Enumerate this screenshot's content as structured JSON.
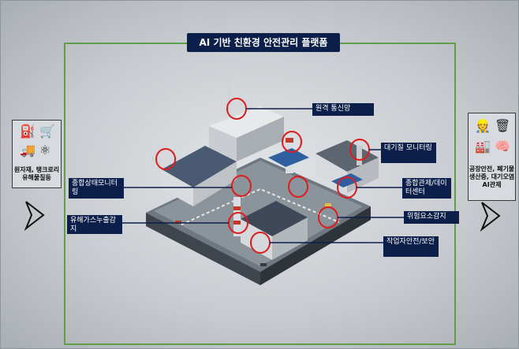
{
  "title": "AI 기반 친환경 안전관리 플랫폼",
  "left_panel": {
    "label": "원자재, 탱크로리 유해물질등",
    "icons": [
      "fuel-pump-icon",
      "cart-icon",
      "truck-icon",
      "atom-icon"
    ]
  },
  "right_panel": {
    "label": "공장안전, 폐기물 생산증, 대기오염 AI관제",
    "icons": [
      "worker-icon",
      "trash-icon",
      "factory-icon",
      "brain-icon"
    ]
  },
  "callouts": {
    "remote_network": "원격 통신망",
    "air_quality": "대기질 모니터링",
    "integrated_monitor": "종합상태모니터링",
    "integrated_control": "종합관제/데이터센터",
    "gas_leak": "유해가스누출감지",
    "risk_detection": "위험요소감지",
    "worker_safety": "작업자안전/보안"
  },
  "colors": {
    "accent": "#0c1f4a",
    "frame": "#5e9e48",
    "marker": "#e01b1b"
  }
}
